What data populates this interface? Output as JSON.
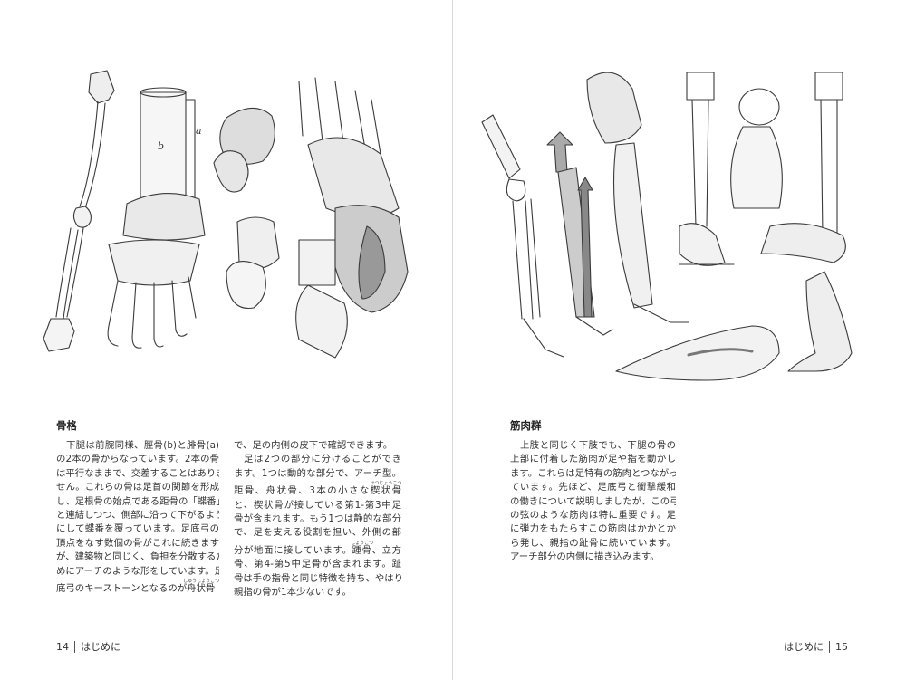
{
  "left_page": {
    "figure_labels": {
      "a": "a",
      "b": "b"
    },
    "heading": "骨格",
    "columns": [
      {
        "paragraphs": [
          {
            "lines": [
              {
                "text": "下腿は前腕同様、脛骨(b)と腓骨(a)"
              },
              {
                "text": "の2本の骨からなっています。2本の骨"
              },
              {
                "text": "は平行なままで、交差することはありま"
              },
              {
                "text": "せん。これらの骨は足首の関節を形成"
              },
              {
                "text": "し、足根骨の始点である距骨の「蝶番」"
              },
              {
                "text": "と連結しつつ、側部に沿って下がるよう"
              },
              {
                "text": "にして蝶番を覆っています。足底弓の"
              },
              {
                "text": "頂点をなす数個の骨がこれに続きます"
              },
              {
                "text": "が、建築物と同じく、負担を分散するた"
              },
              {
                "text": "めにアーチのような形をしています。足"
              },
              {
                "text": "底弓のキーストーンとなるのが舟状骨",
                "ruby": {
                  "base": "舟状骨",
                  "rt": "しゅうじょうこつ"
                }
              }
            ]
          }
        ]
      },
      {
        "paragraphs": [
          {
            "lines": [
              {
                "text": "で、足の内側の皮下で確認できます。"
              }
            ]
          },
          {
            "lines": [
              {
                "text": "足は2つの部分に分けることができ"
              },
              {
                "text": "ます。1つは動的な部分で、アーチ型。"
              },
              {
                "text": "距骨、舟状骨、3本の小さな楔状骨",
                "ruby": {
                  "base": "楔状骨",
                  "rt": "けつじょうこつ"
                }
              },
              {
                "text": "と、楔状骨が接している第1-第3中足"
              },
              {
                "text": "骨が含まれます。もう1つは静的な部分"
              },
              {
                "text": "で、足を支える役割を担い、外側の部"
              },
              {
                "text": "分が地面に接しています。踵骨、立方",
                "ruby": {
                  "base": "踵骨",
                  "rt": "しょうこつ"
                }
              },
              {
                "text": "骨、第4-第5中足骨が含まれます。趾"
              },
              {
                "text": "骨は手の指骨と同じ特徴を持ち、やはり"
              },
              {
                "text": "親指の骨が1本少ないです。"
              }
            ]
          }
        ]
      }
    ],
    "folio": {
      "number": "14",
      "section": "はじめに"
    }
  },
  "right_page": {
    "heading": "筋肉群",
    "columns": [
      {
        "paragraphs": [
          {
            "lines": [
              {
                "text": "上肢と同じく下肢でも、下腿の骨の"
              },
              {
                "text": "上部に付着した筋肉が足や指を動かし"
              },
              {
                "text": "ます。これらは足特有の筋肉とつながっ"
              },
              {
                "text": "ています。先ほど、足底弓と衝撃緩和"
              },
              {
                "text": "の働きについて説明しましたが、この弓"
              },
              {
                "text": "の弦のような筋肉は特に重要です。足"
              },
              {
                "text": "に弾力をもたらすこの筋肉はかかとか"
              },
              {
                "text": "ら発し、親指の趾骨に続いています。"
              },
              {
                "text": "アーチ部分の内側に描き込みます。"
              }
            ]
          }
        ]
      }
    ],
    "folio": {
      "number": "15",
      "section": "はじめに"
    }
  }
}
